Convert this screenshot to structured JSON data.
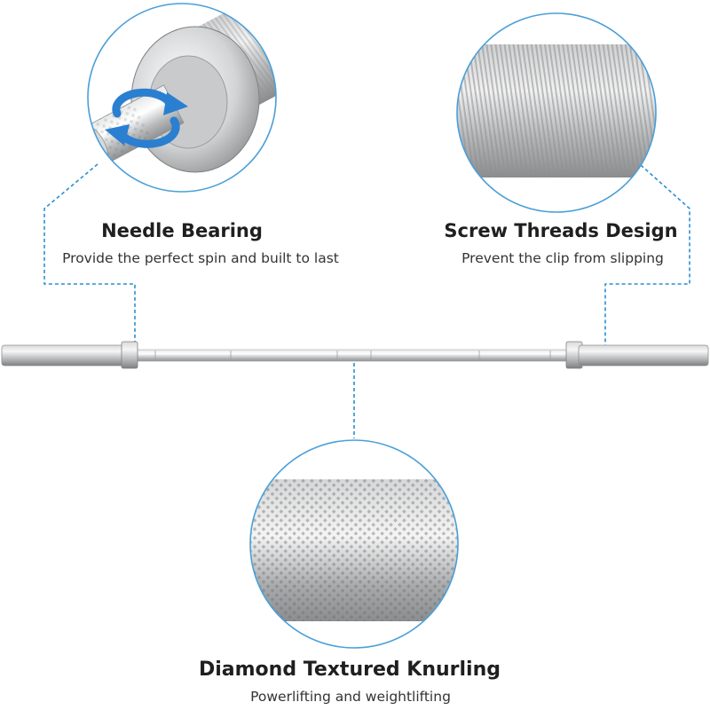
{
  "features": [
    {
      "title": "Needle Bearing",
      "description": "Provide the perfect spin and built to last",
      "icon": "rotation-arrows-icon"
    },
    {
      "title": "Screw Threads Design",
      "description": "Prevent the clip from slipping"
    },
    {
      "title": "Diamond Textured Knurling",
      "description": "Powerlifting and weightlifting"
    }
  ],
  "colors": {
    "accent": "#2a8fd0",
    "circle_border": "#4a9fd8",
    "steel": "#c4c6c8",
    "text": "#1f1f1f"
  }
}
